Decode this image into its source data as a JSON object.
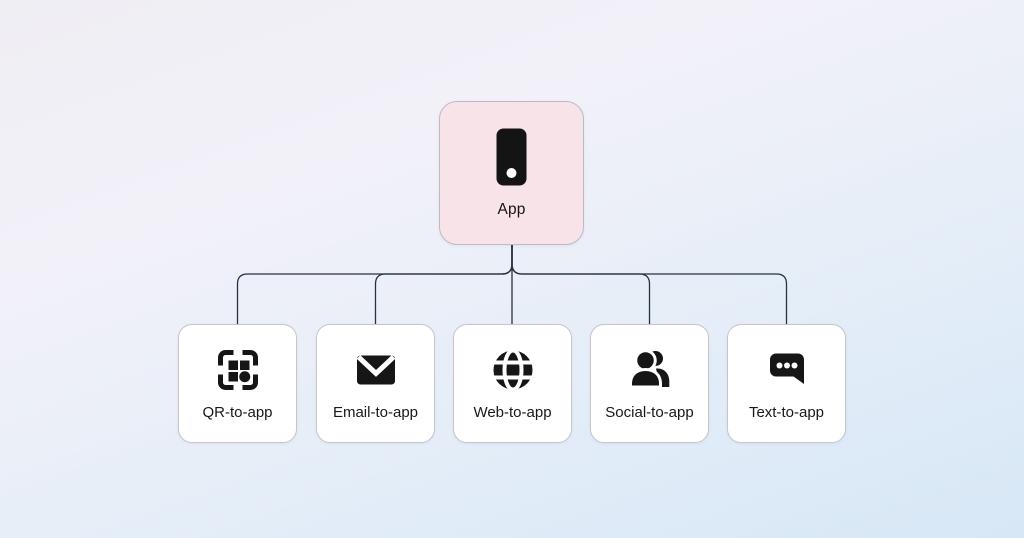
{
  "diagram": {
    "root": {
      "label": "App",
      "icon": "smartphone-icon"
    },
    "children": [
      {
        "label": "QR-to-app",
        "icon": "qr-code-icon"
      },
      {
        "label": "Email-to-app",
        "icon": "envelope-icon"
      },
      {
        "label": "Web-to-app",
        "icon": "globe-icon"
      },
      {
        "label": "Social-to-app",
        "icon": "people-icon"
      },
      {
        "label": "Text-to-app",
        "icon": "chat-bubble-icon"
      }
    ],
    "colors": {
      "root_node_bg": "#f8e4e8",
      "child_node_bg": "#ffffff",
      "node_border": "#c7c5cb",
      "connector_line": "#26323f",
      "label_text": "#141414",
      "icon_fill": "#161616",
      "background_top": "#efeef3",
      "background_bottom": "#d7e7f6"
    }
  }
}
